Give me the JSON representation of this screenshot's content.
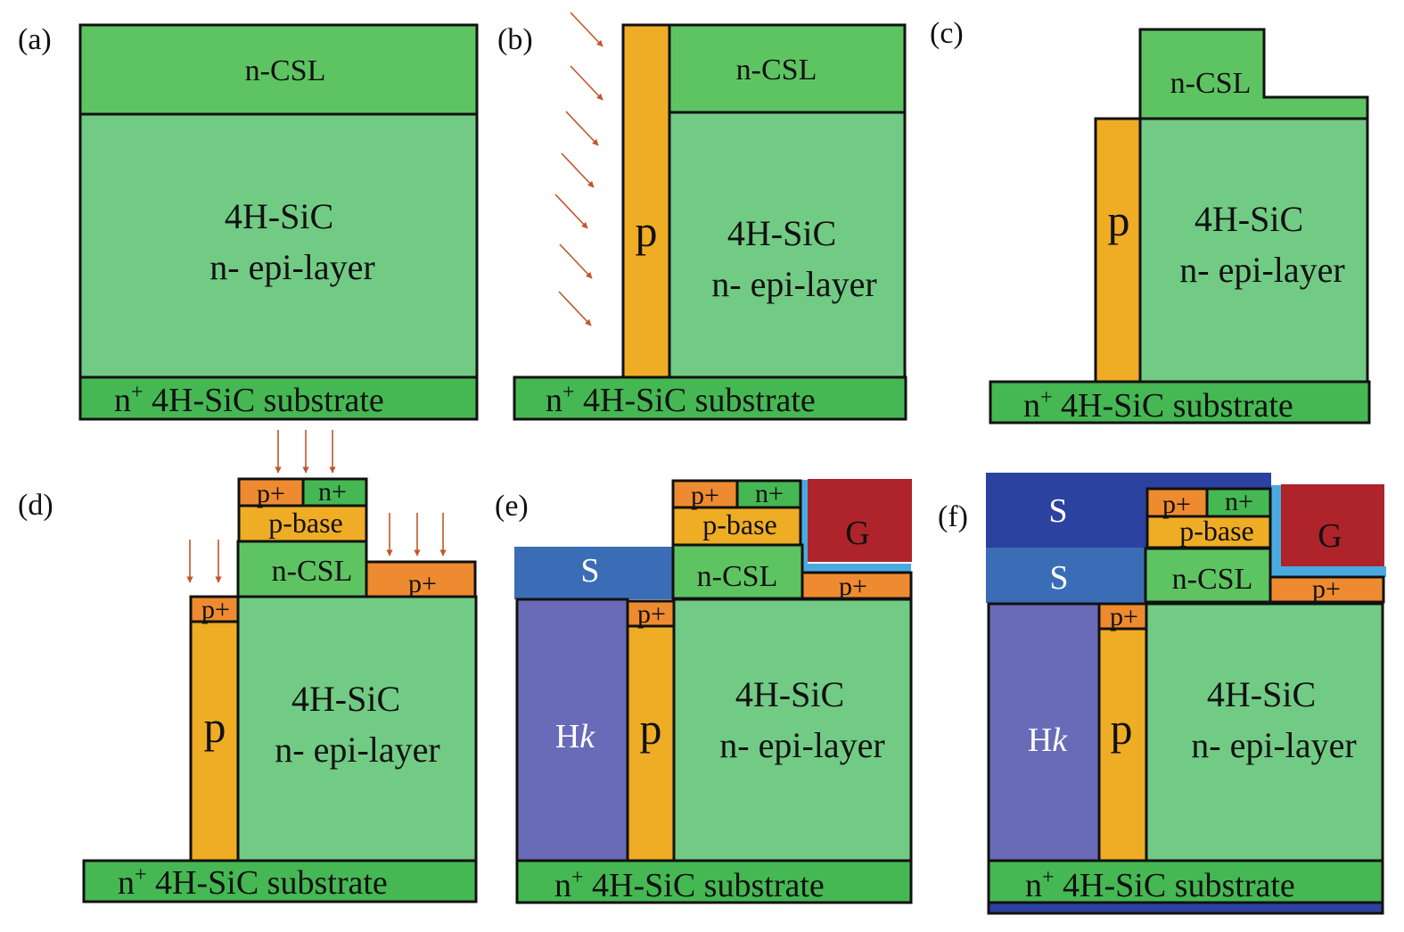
{
  "figure": {
    "colors": {
      "n_csl": "#5ec462",
      "epi": "#72cb84",
      "substrate": "#45b853",
      "p_column": "#efac25",
      "p_plus": "#ee8b30",
      "n_plus": "#45b853",
      "p_base": "#efac25",
      "high_k": "#696bb8",
      "source": "#3b6db6",
      "source_top": "#2b42a0",
      "gate": "#ae242a",
      "gate_oxide": "#4aaae0",
      "arrow": "#c0562a"
    },
    "panels": [
      {
        "id": "a",
        "label": "(a)",
        "regions": {
          "n_csl": "n-CSL",
          "epi_line1": "4H-SiC",
          "epi_line2": "n- epi-layer",
          "substrate_prefix": "n",
          "substrate_sup": "+",
          "substrate_text": " 4H-SiC substrate"
        }
      },
      {
        "id": "b",
        "label": "(b)",
        "regions": {
          "p": "p",
          "n_csl": "n-CSL",
          "epi_line1": "4H-SiC",
          "epi_line2": "n- epi-layer",
          "substrate_prefix": "n",
          "substrate_sup": "+",
          "substrate_text": " 4H-SiC substrate"
        },
        "implant_arrows": "tilted"
      },
      {
        "id": "c",
        "label": "(c)",
        "regions": {
          "p": "p",
          "n_csl": "n-CSL",
          "epi_line1": "4H-SiC",
          "epi_line2": "n- epi-layer",
          "substrate_prefix": "n",
          "substrate_sup": "+",
          "substrate_text": " 4H-SiC substrate"
        }
      },
      {
        "id": "d",
        "label": "(d)",
        "regions": {
          "p_plus_top": "p+",
          "n_plus": "n+",
          "p_base": "p-base",
          "n_csl": "n-CSL",
          "p_plus_right": "p+",
          "p_plus_left": "p+",
          "p": "p",
          "epi_line1": "4H-SiC",
          "epi_line2": "n- epi-layer",
          "substrate_prefix": "n",
          "substrate_sup": "+",
          "substrate_text": " 4H-SiC substrate"
        },
        "implant_arrows": "vertical"
      },
      {
        "id": "e",
        "label": "(e)",
        "regions": {
          "p_plus_top": "p+",
          "n_plus": "n+",
          "p_base": "p-base",
          "gate": "G",
          "source": "S",
          "n_csl": "n-CSL",
          "p_plus_right": "p+",
          "p_plus_left": "p+",
          "hk_main": "H",
          "hk_italic": "k",
          "p": "p",
          "epi_line1": "4H-SiC",
          "epi_line2": "n- epi-layer",
          "substrate_prefix": "n",
          "substrate_sup": "+",
          "substrate_text": " 4H-SiC substrate"
        }
      },
      {
        "id": "f",
        "label": "(f)",
        "regions": {
          "source_top": "S",
          "source": "S",
          "p_plus_top": "p+",
          "n_plus": "n+",
          "p_base": "p-base",
          "gate": "G",
          "n_csl": "n-CSL",
          "p_plus_right": "p+",
          "p_plus_left": "p+",
          "hk_main": "H",
          "hk_italic": "k",
          "p": "p",
          "epi_line1": "4H-SiC",
          "epi_line2": "n- epi-layer",
          "substrate_prefix": "n",
          "substrate_sup": "+",
          "substrate_text": " 4H-SiC substrate"
        }
      }
    ]
  }
}
